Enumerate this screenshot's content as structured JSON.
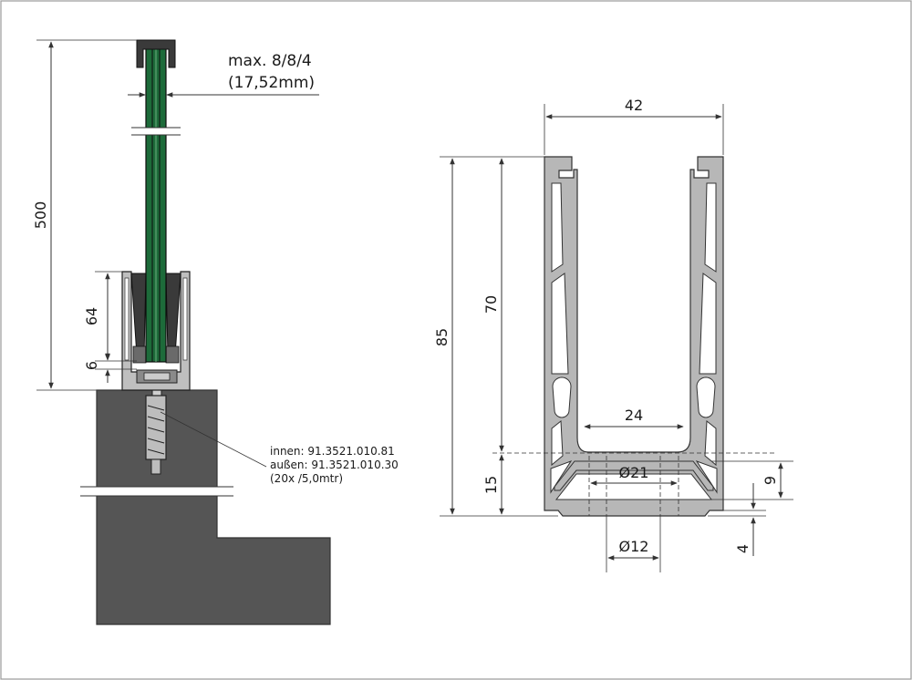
{
  "left_view": {
    "glass_note_line1": "max. 8/8/4",
    "glass_note_line2": "(17,52mm)",
    "dim_height_total": "500",
    "dim_profile_height": "64",
    "dim_profile_bottom": "6",
    "part_inner": "innen: 91.3521.010.81",
    "part_outer": "außen: 91.3521.010.30",
    "part_pack": "(20x /5,0mtr)"
  },
  "right_view": {
    "dim_width": "42",
    "dim_height_total": "85",
    "dim_height_channel": "70",
    "dim_inner_width": "24",
    "dim_base": "15",
    "dim_hole_large": "Ø21",
    "dim_hole_small": "Ø12",
    "dim_recess": "9",
    "dim_slot": "4"
  },
  "colors": {
    "concrete": "#555555",
    "profile": "#b7b7b7",
    "glass": "#1d6b3a",
    "outline": "#333333"
  }
}
